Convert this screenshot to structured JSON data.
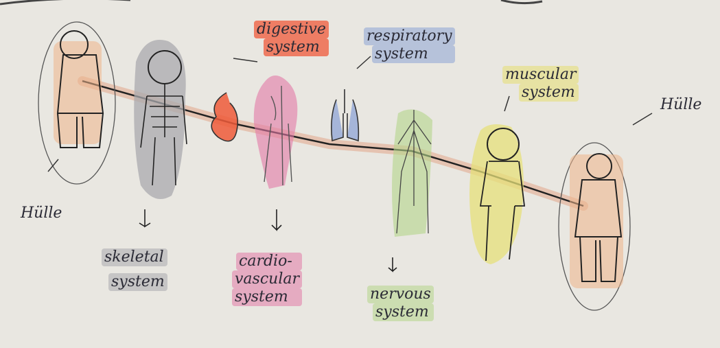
{
  "labels": {
    "hulle_left": "Hülle",
    "hulle_right": "Hülle",
    "skeletal": [
      "skeletal",
      "system"
    ],
    "digestive": [
      "digestive",
      "system"
    ],
    "cardiovascular": [
      "cardio-",
      "vascular",
      "system"
    ],
    "respiratory": [
      "respiratory",
      "system"
    ],
    "nervous": [
      "nervous",
      "system"
    ],
    "muscular": [
      "muscular",
      "system"
    ]
  },
  "colors": {
    "background": "#e9e7e1",
    "ink": "#2a2a35",
    "axis": "#e3b7a0",
    "hulle": "#efb48a",
    "skeletal": "#a9aaae",
    "digestive": "#ef5a3a",
    "cardiovascular": "#e27aa7",
    "respiratory": "#8da4d6",
    "nervous": "#b4d68a",
    "muscular": "#e6e07a"
  }
}
